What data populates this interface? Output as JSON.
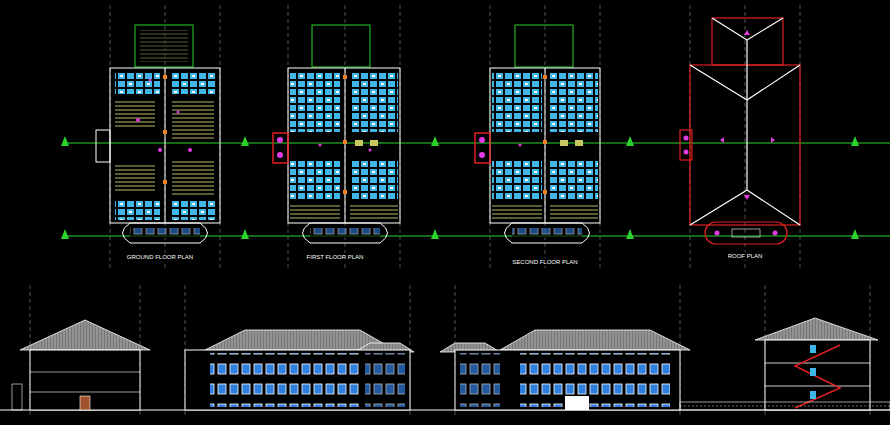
{
  "diagram": {
    "labels": [
      "GROUND FLOOR PLAN",
      "FIRST FLOOR PLAN",
      "SECOND FLOOR PLAN",
      "ROOF PLAN"
    ]
  }
}
